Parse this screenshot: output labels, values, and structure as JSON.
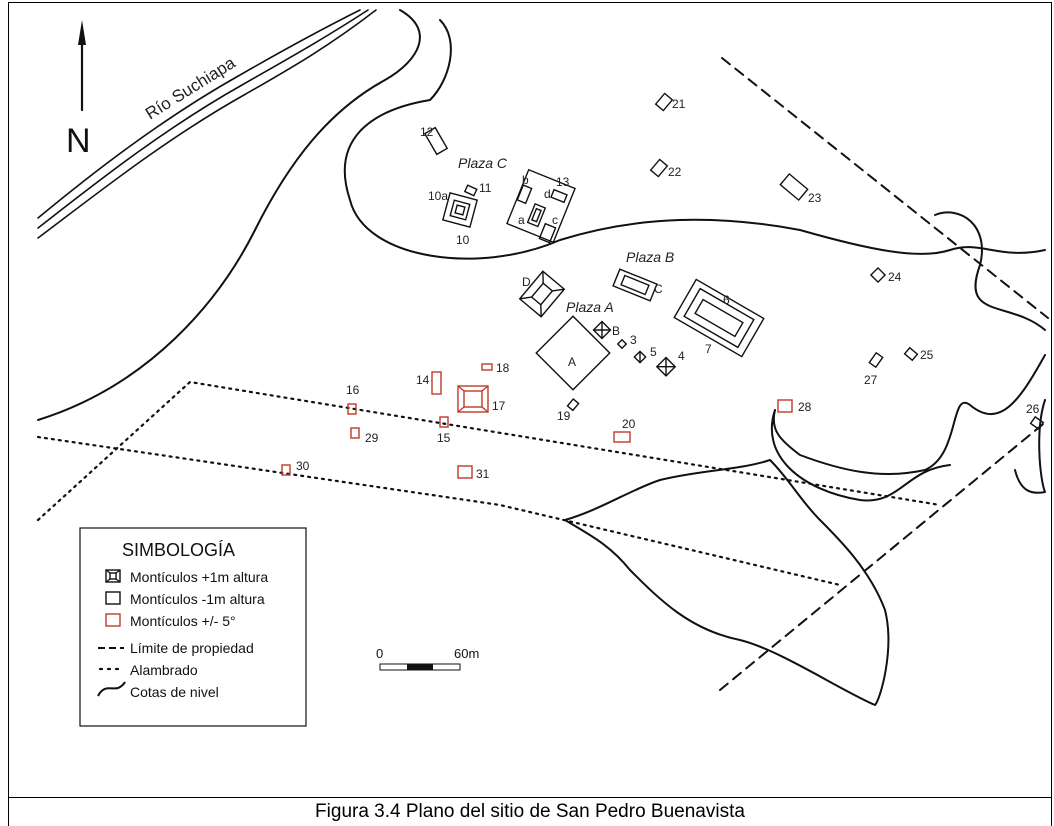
{
  "map": {
    "north_label": "N",
    "river_label": "Río Suchiapa",
    "plazas": {
      "a": "Plaza A",
      "b": "Plaza B",
      "c": "Plaza C"
    },
    "mound_labels": {
      "m3": "3",
      "m4": "4",
      "m5": "5",
      "m6": "6",
      "m7": "7",
      "m10": "10",
      "m10a": "10a",
      "m11": "11",
      "m12": "12",
      "m13": "13",
      "m13a": "a",
      "m13b": "b",
      "m13c": "c",
      "m13d": "d",
      "m14": "14",
      "m15": "15",
      "m16": "16",
      "m17": "17",
      "m18": "18",
      "m19": "19",
      "m20": "20",
      "m21": "21",
      "m22": "22",
      "m23": "23",
      "m24": "24",
      "m25": "25",
      "m26": "26",
      "m27": "27",
      "m28": "28",
      "m29": "29",
      "m30": "30",
      "m31": "31",
      "mA": "A",
      "mB": "B",
      "mC": "C",
      "mD": "D"
    },
    "colors": {
      "ink": "#111111",
      "red_mound": "#c0392b"
    }
  },
  "legend": {
    "title": "SIMBOLOGÍA",
    "items": [
      {
        "icon": "mound-high-icon",
        "label": "Montículos +1m altura"
      },
      {
        "icon": "mound-low-icon",
        "label": "Montículos -1m altura"
      },
      {
        "icon": "mound-red-icon",
        "label": "Montículos +/- 5°"
      },
      {
        "icon": "dashed-line-icon",
        "label": "Límite de propiedad"
      },
      {
        "icon": "dotted-line-icon",
        "label": "Alambrado"
      },
      {
        "icon": "contour-line-icon",
        "label": "Cotas de nivel"
      }
    ]
  },
  "scale_bar": {
    "start": "0",
    "end": "60m"
  },
  "caption": "Figura 3.4 Plano del sitio de San Pedro Buenavista"
}
